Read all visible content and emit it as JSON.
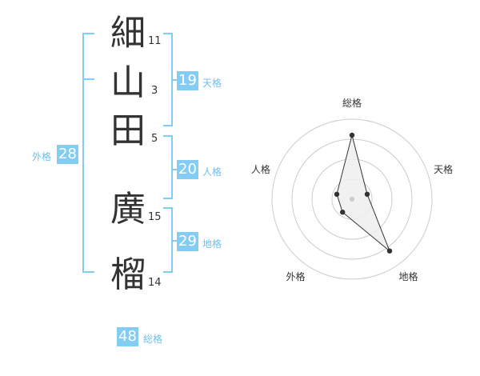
{
  "name_chars": [
    {
      "char": "細",
      "strokes": "11"
    },
    {
      "char": "山",
      "strokes": "3"
    },
    {
      "char": "田",
      "strokes": "5"
    },
    {
      "char": "廣",
      "strokes": "15"
    },
    {
      "char": "榴",
      "strokes": "14"
    }
  ],
  "kaku": {
    "tenkaku": {
      "value": "19",
      "label": "天格"
    },
    "jinkaku": {
      "value": "20",
      "label": "人格"
    },
    "chikaku": {
      "value": "29",
      "label": "地格"
    },
    "gaikaku": {
      "value": "28",
      "label": "外格"
    },
    "soukaku": {
      "value": "48",
      "label": "総格"
    }
  },
  "colors": {
    "accent": "#83cdf5",
    "bracket": "#83cdf5",
    "label": "#6cc0ec",
    "text": "#333333",
    "ring": "#cccccc"
  },
  "chart_data": {
    "type": "radar",
    "axes": [
      "総格",
      "天格",
      "地格",
      "外格",
      "人格"
    ],
    "max": 5,
    "rings": 4,
    "values": [
      4,
      1,
      4,
      1,
      1
    ]
  }
}
